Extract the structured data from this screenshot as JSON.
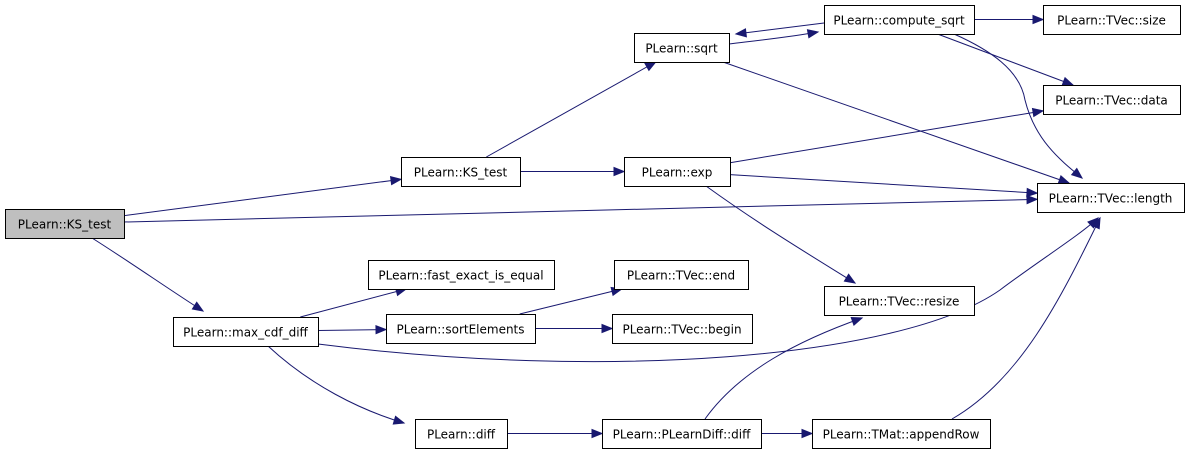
{
  "nodes": [
    {
      "id": "root",
      "label": "PLearn::KS_test"
    },
    {
      "id": "ks",
      "label": "PLearn::KS_test"
    },
    {
      "id": "sqrt",
      "label": "PLearn::sqrt"
    },
    {
      "id": "csqrt",
      "label": "PLearn::compute_sqrt"
    },
    {
      "id": "size",
      "label": "PLearn::TVec::size"
    },
    {
      "id": "data",
      "label": "PLearn::TVec::data"
    },
    {
      "id": "length",
      "label": "PLearn::TVec::length"
    },
    {
      "id": "exp",
      "label": "PLearn::exp"
    },
    {
      "id": "resize",
      "label": "PLearn::TVec::resize"
    },
    {
      "id": "maxcdf",
      "label": "PLearn::max_cdf_diff"
    },
    {
      "id": "feq",
      "label": "PLearn::fast_exact_is_equal"
    },
    {
      "id": "sortel",
      "label": "PLearn::sortElements"
    },
    {
      "id": "end",
      "label": "PLearn::TVec::end"
    },
    {
      "id": "begin",
      "label": "PLearn::TVec::begin"
    },
    {
      "id": "diff",
      "label": "PLearn::diff"
    },
    {
      "id": "pldiff",
      "label": "PLearn::PLearnDiff::diff"
    },
    {
      "id": "append",
      "label": "PLearn::TMat::appendRow"
    }
  ],
  "edges": [
    [
      "root",
      "ks"
    ],
    [
      "root",
      "length"
    ],
    [
      "root",
      "maxcdf"
    ],
    [
      "ks",
      "sqrt"
    ],
    [
      "ks",
      "exp"
    ],
    [
      "sqrt",
      "csqrt"
    ],
    [
      "csqrt",
      "sqrt"
    ],
    [
      "sqrt",
      "length"
    ],
    [
      "csqrt",
      "size"
    ],
    [
      "csqrt",
      "data"
    ],
    [
      "csqrt",
      "length"
    ],
    [
      "exp",
      "data"
    ],
    [
      "exp",
      "length"
    ],
    [
      "exp",
      "resize"
    ],
    [
      "maxcdf",
      "feq"
    ],
    [
      "maxcdf",
      "sortel"
    ],
    [
      "maxcdf",
      "length"
    ],
    [
      "maxcdf",
      "diff"
    ],
    [
      "sortel",
      "end"
    ],
    [
      "sortel",
      "begin"
    ],
    [
      "diff",
      "pldiff"
    ],
    [
      "pldiff",
      "resize"
    ],
    [
      "pldiff",
      "append"
    ],
    [
      "append",
      "length"
    ]
  ]
}
